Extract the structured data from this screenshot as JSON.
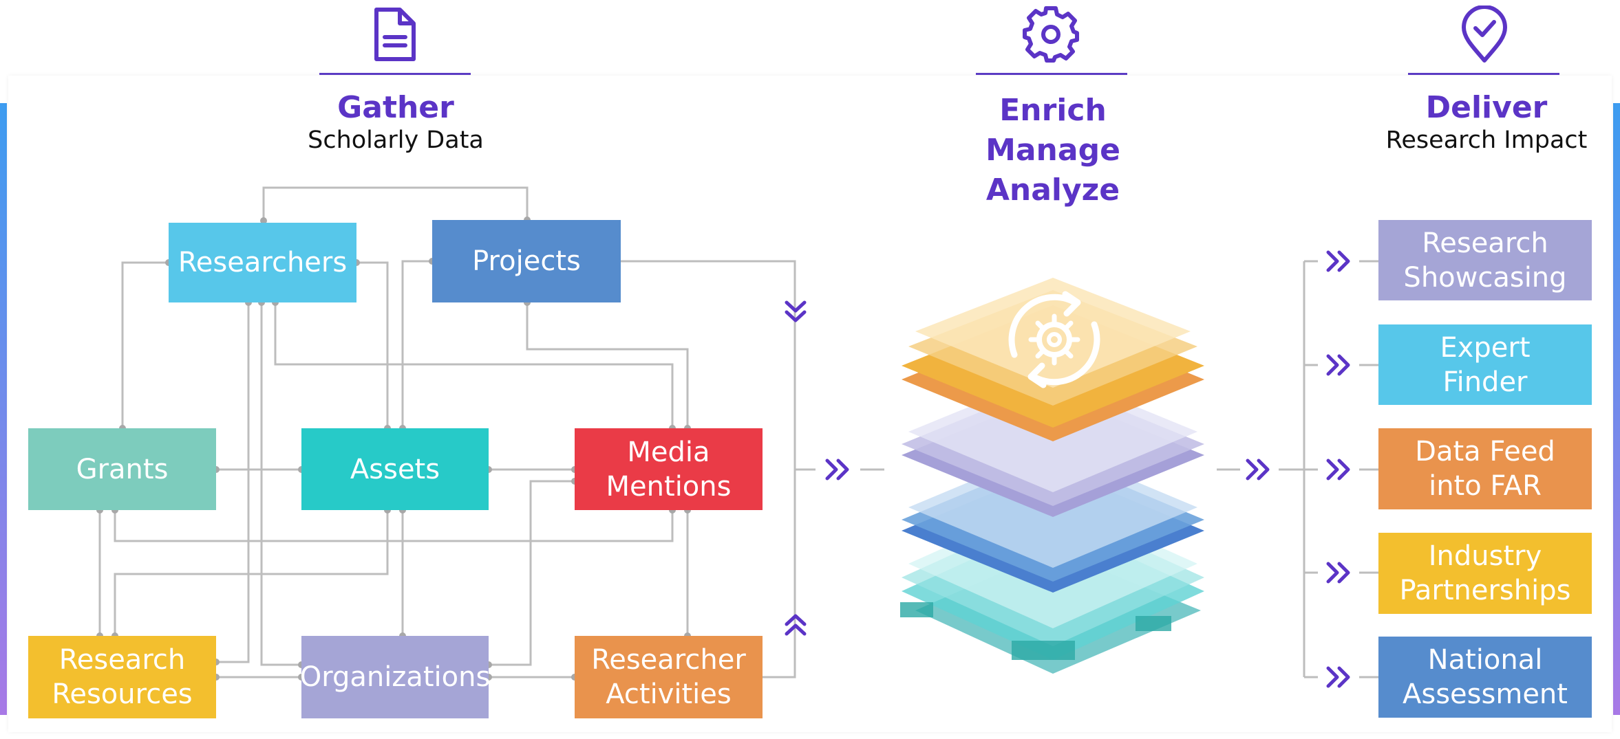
{
  "columns": {
    "gather": {
      "title": "Gather",
      "subtitle": "Scholarly Data",
      "icon": "document-icon"
    },
    "enrich": {
      "title_lines": [
        "Enrich",
        "Manage",
        "Analyze"
      ],
      "icon": "gear-icon"
    },
    "deliver": {
      "title": "Deliver",
      "subtitle": "Research Impact",
      "icon": "location-check-icon"
    }
  },
  "sources": [
    {
      "id": "researchers",
      "label": "Researchers",
      "color": "#57c7ea"
    },
    {
      "id": "projects",
      "label": "Projects",
      "color": "#568ccd"
    },
    {
      "id": "grants",
      "label": "Grants",
      "color": "#7dccbd"
    },
    {
      "id": "assets",
      "label": "Assets",
      "color": "#27cac8"
    },
    {
      "id": "media",
      "label": "Media\nMentions",
      "color": "#ea3b47"
    },
    {
      "id": "resources",
      "label": "Research\nResources",
      "color": "#f3bf2e"
    },
    {
      "id": "organizations",
      "label": "Organizations",
      "color": "#a5a5d6"
    },
    {
      "id": "activities",
      "label": "Researcher\nActivities",
      "color": "#e9934d"
    }
  ],
  "outputs": [
    {
      "id": "showcasing",
      "label": "Research\nShowcasing",
      "color": "#a5a5d6"
    },
    {
      "id": "expert",
      "label": "Expert\nFinder",
      "color": "#57c7ea"
    },
    {
      "id": "datafeed",
      "label": "Data Feed\ninto FAR",
      "color": "#e9934d"
    },
    {
      "id": "industry",
      "label": "Industry\nPartnerships",
      "color": "#f3bf2e"
    },
    {
      "id": "national",
      "label": "National\nAssessment",
      "color": "#568ccd"
    }
  ],
  "colors": {
    "accent": "#5b34c6",
    "wire": "#bdbdbd"
  },
  "center_graphic": "layered-data-stack-with-rotating-gear"
}
